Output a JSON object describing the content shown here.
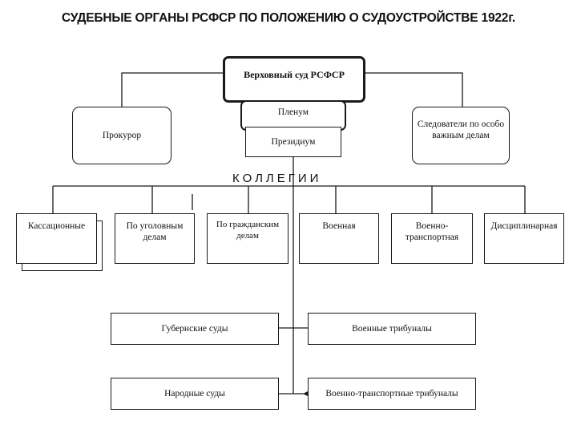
{
  "title": "СУДЕБНЫЕ ОРГАНЫ РСФСР ПО ПОЛОЖЕНИЮ О СУДОУСТРОЙСТВЕ 1922г.",
  "supreme_court": "Верховный суд РСФСР",
  "plenum": "Пленум",
  "presidium": "Президиум",
  "prosecutor": "Прокурор",
  "investigators": "Следователи по особо важным делам",
  "collegia_heading": "КОЛЛЕГИИ",
  "collegia": [
    "Кассационные",
    "По уголовным делам",
    "По гражданским делам",
    "Военная",
    "Военно-транспортная",
    "Дисциплинарная"
  ],
  "lower_courts": {
    "provincial": "Губернские суды",
    "military_tribunals": "Военные трибуналы",
    "peoples": "Народные суды",
    "transport_tribunals": "Военно-транспортные трибуналы"
  }
}
